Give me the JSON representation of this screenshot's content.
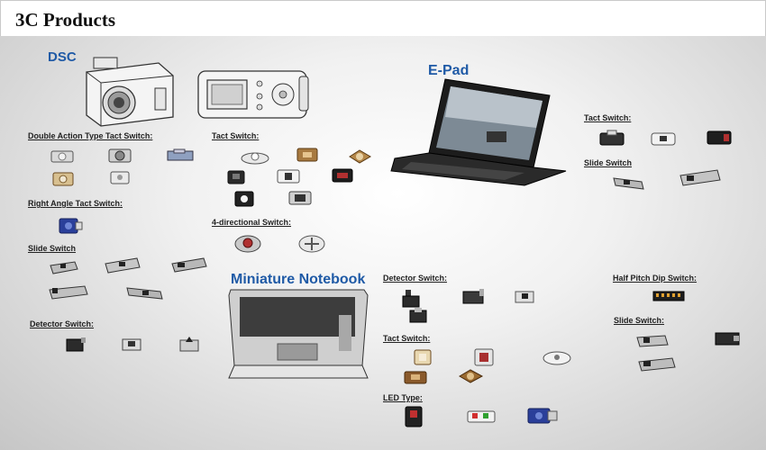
{
  "header": {
    "title": "3C Products"
  },
  "sections": {
    "dsc": "DSC",
    "epad": "E-Pad",
    "notebook": "Miniature Notebook"
  },
  "labels": {
    "double_action_tact": "Double Action Type Tact Switch:",
    "dsc_tact": "Tact Switch:",
    "right_angle_tact": "Right Angle Tact Switch:",
    "dsc_slide": "Slide Switch",
    "four_directional": "4-directional Switch:",
    "dsc_detector": "Detector Switch:",
    "epad_tact": "Tact Switch:",
    "epad_slide": "Slide Switch",
    "nb_detector": "Detector Switch:",
    "nb_tact": "Tact Switch:",
    "led_type": "LED Type:",
    "half_pitch_dip": "Half Pitch Dip Switch:",
    "nb_slide": "Slide Switch:"
  },
  "colors": {
    "accent": "#1f5aa6",
    "part_dark": "#2b2b2b",
    "part_silver": "#c8c8c8",
    "part_brown": "#8a5a2b",
    "part_blue": "#2a3f9a",
    "part_red": "#b22222"
  }
}
